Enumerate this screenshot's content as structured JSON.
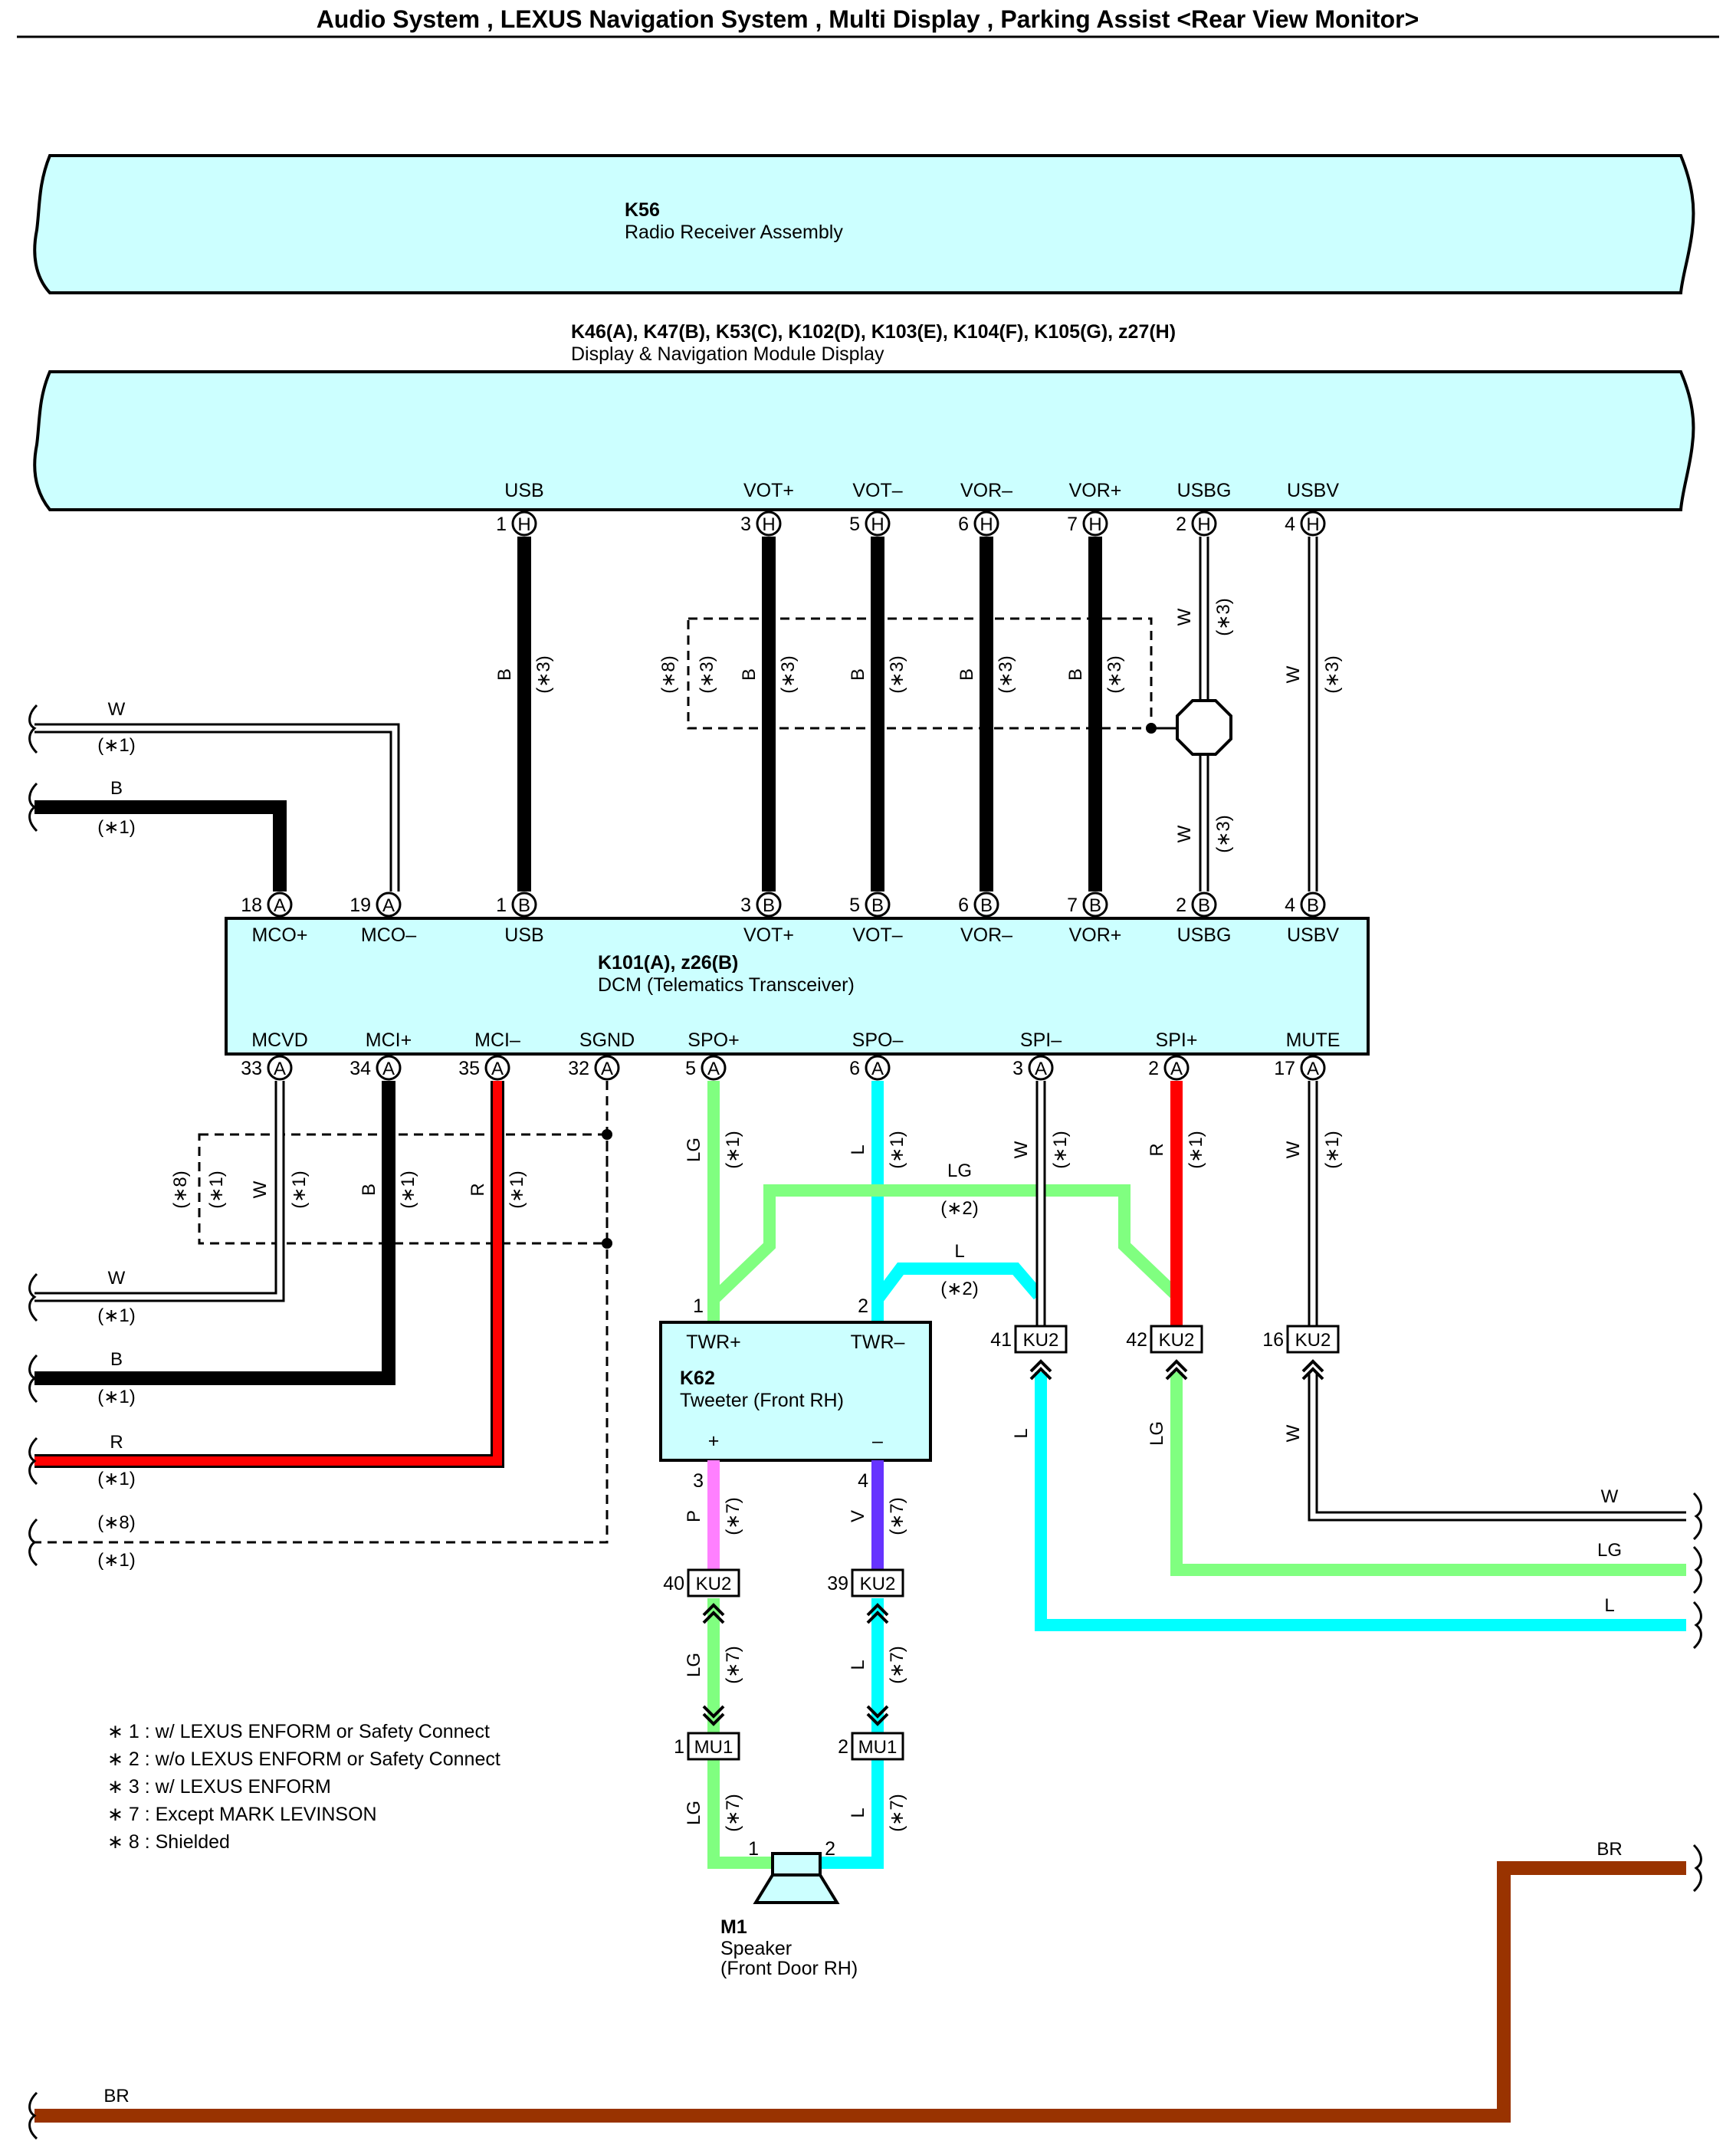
{
  "title": "Audio System , LEXUS Navigation System , Multi Display , Parking Assist <Rear View Monitor>",
  "components": {
    "k56": {
      "id": "K56",
      "name": "Radio Receiver Assembly"
    },
    "display": {
      "id": "K46(A), K47(B), K53(C), K102(D), K103(E), K104(F), K105(G), z27(H)",
      "name": "Display & Navigation Module Display"
    },
    "dcm": {
      "id": "K101(A), z26(B)",
      "name": "DCM (Telematics Transceiver)"
    },
    "k62": {
      "id": "K62",
      "name": "Tweeter (Front RH)"
    },
    "m1": {
      "id": "M1",
      "name": "Speaker",
      "name2": "(Front Door RH)"
    }
  },
  "display_pins": [
    {
      "label": "USB",
      "num": "1",
      "conn": "H"
    },
    {
      "label": "VOT+",
      "num": "3",
      "conn": "H"
    },
    {
      "label": "VOT–",
      "num": "5",
      "conn": "H"
    },
    {
      "label": "VOR–",
      "num": "6",
      "conn": "H"
    },
    {
      "label": "VOR+",
      "num": "7",
      "conn": "H"
    },
    {
      "label": "USBG",
      "num": "2",
      "conn": "H"
    },
    {
      "label": "USBV",
      "num": "4",
      "conn": "H"
    }
  ],
  "dcm_top_pins": [
    {
      "label": "MCO+",
      "num": "18",
      "conn": "A"
    },
    {
      "label": "MCO–",
      "num": "19",
      "conn": "A"
    },
    {
      "label": "USB",
      "num": "1",
      "conn": "B"
    },
    {
      "label": "VOT+",
      "num": "3",
      "conn": "B"
    },
    {
      "label": "VOT–",
      "num": "5",
      "conn": "B"
    },
    {
      "label": "VOR–",
      "num": "6",
      "conn": "B"
    },
    {
      "label": "VOR+",
      "num": "7",
      "conn": "B"
    },
    {
      "label": "USBG",
      "num": "2",
      "conn": "B"
    },
    {
      "label": "USBV",
      "num": "4",
      "conn": "B"
    }
  ],
  "dcm_bottom_pins": [
    {
      "label": "MCVD",
      "num": "33",
      "conn": "A"
    },
    {
      "label": "MCI+",
      "num": "34",
      "conn": "A"
    },
    {
      "label": "MCI–",
      "num": "35",
      "conn": "A"
    },
    {
      "label": "SGND",
      "num": "32",
      "conn": "A"
    },
    {
      "label": "SPO+",
      "num": "5",
      "conn": "A"
    },
    {
      "label": "SPO–",
      "num": "6",
      "conn": "A"
    },
    {
      "label": "SPI–",
      "num": "3",
      "conn": "A"
    },
    {
      "label": "SPI+",
      "num": "2",
      "conn": "A"
    },
    {
      "label": "MUTE",
      "num": "17",
      "conn": "A"
    }
  ],
  "k62_pins": {
    "tl": "TWR+",
    "tr": "TWR–",
    "bl": "+",
    "br": "–",
    "n1": "1",
    "n2": "2",
    "n3": "3",
    "n4": "4"
  },
  "ku2": [
    {
      "num": "41",
      "label": "KU2"
    },
    {
      "num": "42",
      "label": "KU2"
    },
    {
      "num": "16",
      "label": "KU2"
    },
    {
      "num": "40",
      "label": "KU2"
    },
    {
      "num": "39",
      "label": "KU2"
    }
  ],
  "mu1": [
    {
      "num": "1",
      "label": "MU1"
    },
    {
      "num": "2",
      "label": "MU1"
    }
  ],
  "speaker_pins": {
    "p1": "1",
    "p2": "2"
  },
  "wire_colors": {
    "W": "W",
    "B": "B",
    "R": "R",
    "LG": "LG",
    "L": "L",
    "P": "P",
    "V": "V",
    "BR": "BR"
  },
  "notes": {
    "n1": "(∗1)",
    "n2": "(∗2)",
    "n3": "(∗3)",
    "n7": "(∗7)",
    "n8": "(∗8)"
  },
  "legend": [
    "∗ 1 : w/ LEXUS ENFORM or Safety Connect",
    "∗ 2 : w/o LEXUS ENFORM or Safety Connect",
    "∗ 3 : w/ LEXUS ENFORM",
    "∗ 7 : Except MARK LEVINSON",
    "∗ 8 : Shielded"
  ],
  "colors": {
    "box_fill": "#ccffff",
    "black": "#000000",
    "red": "#ff0000",
    "lightgreen": "#80ff80",
    "cyan": "#00ffff",
    "pink": "#ff80ff",
    "violet": "#6633ff",
    "brown": "#993300"
  }
}
